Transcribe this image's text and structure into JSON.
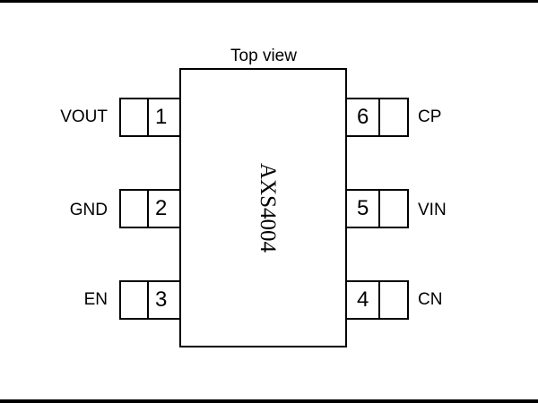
{
  "diagram": {
    "view_label": "Top view",
    "chip_name": "AXS4004",
    "left_pins": [
      {
        "number": "1",
        "name": "VOUT"
      },
      {
        "number": "2",
        "name": "GND"
      },
      {
        "number": "3",
        "name": "EN"
      }
    ],
    "right_pins": [
      {
        "number": "6",
        "name": "CP"
      },
      {
        "number": "5",
        "name": "VIN"
      },
      {
        "number": "4",
        "name": "CN"
      }
    ]
  }
}
